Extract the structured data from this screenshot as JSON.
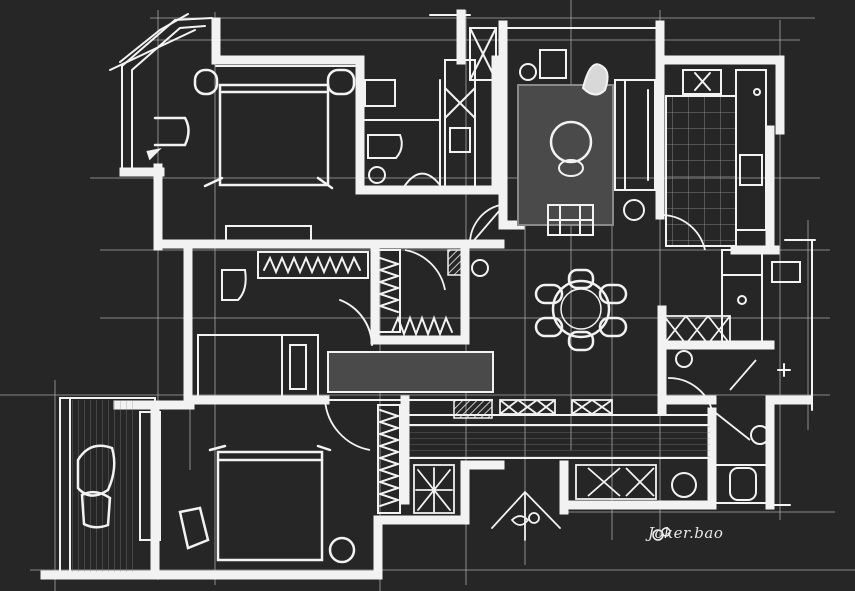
{
  "drawing": {
    "kind": "hand-sketched apartment floor plan",
    "style": "white chalk lines on dark background",
    "colors": {
      "background": "#262626",
      "line": "#f2f2f2",
      "construction_line": "#bdbdbd",
      "dark_fill": "#4a4a4a"
    }
  },
  "signature": {
    "text": "Joker.bao"
  }
}
